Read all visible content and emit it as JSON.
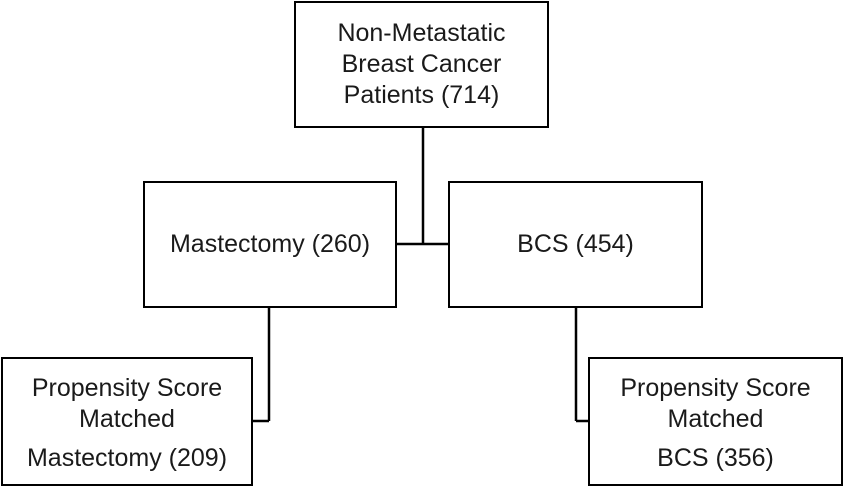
{
  "nodes": {
    "root": {
      "lines": [
        "Non-Metastatic",
        "Breast Cancer",
        "Patients (714)"
      ]
    },
    "mastectomy": {
      "label": "Mastectomy (260)"
    },
    "bcs": {
      "label": "BCS (454)"
    },
    "psm_mastectomy": {
      "lines": [
        "Propensity Score",
        "Matched",
        "Mastectomy (209)"
      ]
    },
    "psm_bcs": {
      "lines": [
        "Propensity Score",
        "Matched",
        "BCS (356)"
      ]
    }
  },
  "colors": {
    "border": "#000000",
    "line": "#000000",
    "text": "#1a1a1a",
    "background": "#ffffff"
  }
}
